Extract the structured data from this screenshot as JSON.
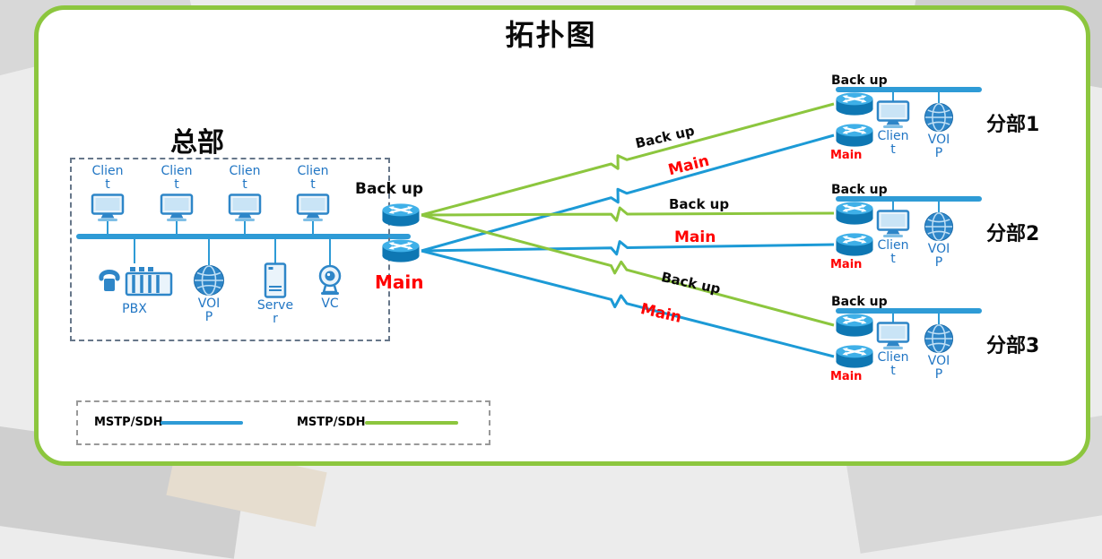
{
  "title": "拓扑图",
  "colors": {
    "panel_border_green": "#8CC63E",
    "backup_link_green": "#8CC63E",
    "main_link_blue": "#1C9AD6",
    "bus_blue": "#2E9BD6",
    "main_label_red": "#FF0000",
    "device_blue": "#2176C4"
  },
  "hq": {
    "label": "总部",
    "backup_router_label": "Back up",
    "main_router_label": "Main",
    "clients": [
      "Client",
      "Client",
      "Client",
      "Client"
    ],
    "devices": {
      "pbx": "PBX",
      "voip": "VOIP",
      "server": "Server",
      "vc": "VC"
    }
  },
  "links": [
    {
      "type": "backup",
      "label": "Back up"
    },
    {
      "type": "main",
      "label": "Main"
    },
    {
      "type": "backup",
      "label": "Back up"
    },
    {
      "type": "main",
      "label": "Main"
    },
    {
      "type": "backup",
      "label": "Back up"
    },
    {
      "type": "main",
      "label": "Main"
    }
  ],
  "branches": [
    {
      "name": "分部1",
      "backup_router_label": "Back up",
      "main_router_label": "Main",
      "client_label": "Client",
      "voip_label": "VOIP"
    },
    {
      "name": "分部2",
      "backup_router_label": "Back up",
      "main_router_label": "Main",
      "client_label": "Client",
      "voip_label": "VOIP"
    },
    {
      "name": "分部3",
      "backup_router_label": "Back up",
      "main_router_label": "Main",
      "client_label": "Client",
      "voip_label": "VOIP"
    }
  ],
  "legend": {
    "items": [
      {
        "label": "MSTP/SDH",
        "line_color": "#2E9BD6"
      },
      {
        "label": "MSTP/SDH",
        "line_color": "#8CC63E"
      }
    ]
  }
}
